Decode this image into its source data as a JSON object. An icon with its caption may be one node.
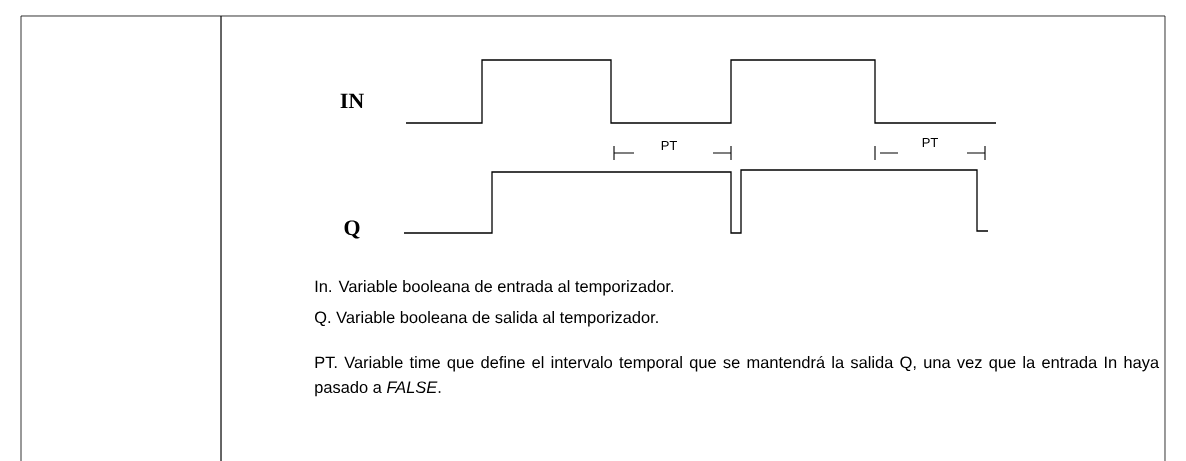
{
  "diagram": {
    "labels": [
      "IN",
      "PT",
      "PT",
      "Q",
      "In. Variable booleana de entrada al temporizador.",
      "Q. Variable booleana de salida al temporizador.",
      "PT. Variable time que define el intervalo temporal que se mantendrá la salida Q, una vez que la entrada In haya pasado a *FALSE*."
    ]
  }
}
